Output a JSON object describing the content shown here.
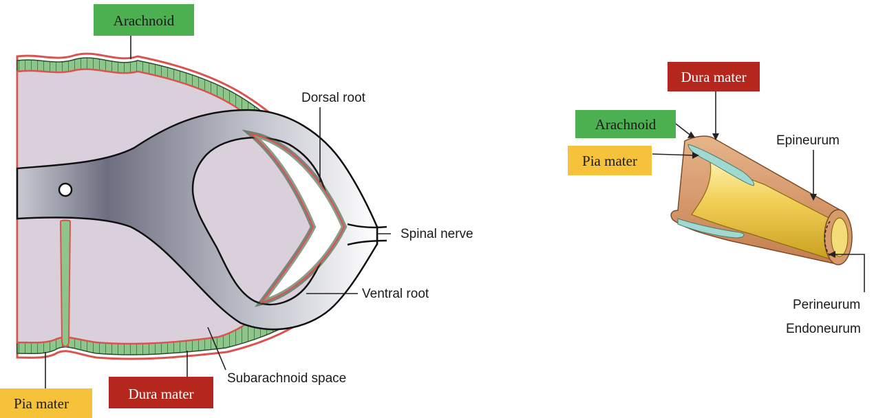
{
  "colors": {
    "arachnoid_box": "#4caf50",
    "pia_box": "#f5c23a",
    "dura_box": "#b5271c",
    "cord_fill": "#d9d0dc",
    "membrane_green": "#8cc68a",
    "dura_red": "#d9534f"
  },
  "left_diagram": {
    "box_labels": {
      "arachnoid": "Arachnoid",
      "pia_mater": "Pia mater",
      "dura_mater": "Dura mater"
    },
    "labels": {
      "dorsal_root": "Dorsal root",
      "spinal_nerve": "Spinal nerve",
      "ventral_root": "Ventral root",
      "subarachnoid_space": "Subarachnoid space"
    }
  },
  "right_diagram": {
    "box_labels": {
      "dura_mater": "Dura mater",
      "arachnoid": "Arachnoid",
      "pia_mater": "Pia mater"
    },
    "labels": {
      "epineurum": "Epineurum",
      "perineurum": "Perineurum",
      "endoneurum": "Endoneurum"
    }
  }
}
